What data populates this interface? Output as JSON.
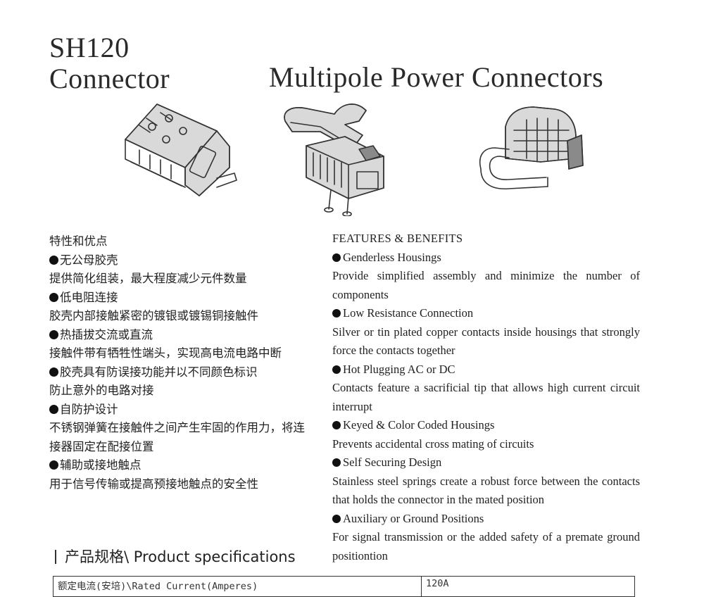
{
  "header": {
    "model_line1": "SH120",
    "model_line2": "Connector",
    "title": "Multipole Power Connectors"
  },
  "illustrations": [
    {
      "name": "connector-housing-illustration"
    },
    {
      "name": "connector-with-handle-illustration"
    },
    {
      "name": "connector-with-d-handle-illustration"
    }
  ],
  "zh": {
    "heading": "特性和优点",
    "lines": [
      {
        "bullet": true,
        "text": "无公母胶壳"
      },
      {
        "bullet": false,
        "text": "提供简化组装，最大程度减少元件数量"
      },
      {
        "bullet": true,
        "text": "低电阻连接"
      },
      {
        "bullet": false,
        "text": "胶壳内部接触紧密的镀银或镀锡铜接触件"
      },
      {
        "bullet": true,
        "text": "热插拔交流或直流"
      },
      {
        "bullet": false,
        "text": "接触件带有牺牲性端头，实现高电流电路中断"
      },
      {
        "bullet": true,
        "text": "胶壳具有防误接功能并以不同颜色标识"
      },
      {
        "bullet": false,
        "text": "防止意外的电路对接"
      },
      {
        "bullet": true,
        "text": "自防护设计"
      },
      {
        "bullet": false,
        "text": "不锈钢弹簧在接触件之间产生牢固的作用力，将连"
      },
      {
        "bullet": false,
        "text": "接器固定在配接位置"
      },
      {
        "bullet": true,
        "text": "辅助或接地触点"
      },
      {
        "bullet": false,
        "text": "用于信号传输或提高预接地触点的安全性"
      }
    ]
  },
  "en": {
    "heading": "FEATURES & BENEFITS",
    "features": [
      {
        "title": "Genderless Housings",
        "desc": "Provide simplified assembly and minimize the number of components"
      },
      {
        "title": "Low Resistance Connection",
        "desc": "Silver or tin plated copper contacts inside housings that strongly force the contacts together"
      },
      {
        "title": "Hot Plugging AC or DC",
        "desc": "Contacts feature a sacrificial tip that allows high current circuit interrupt"
      },
      {
        "title": "Keyed & Color Coded Housings",
        "desc": "Prevents accidental cross mating of circuits"
      },
      {
        "title": "Self Securing Design",
        "desc": "Stainless steel springs create a robust force between the contacts that holds the connector in the mated position"
      },
      {
        "title": "Auxiliary or Ground Positions",
        "desc": "For signal transmission or the added safety of a premate ground positiontion"
      }
    ]
  },
  "specs": {
    "heading": "产品规格\\ Product specifications",
    "rows": [
      {
        "label": "额定电流(安培)\\Rated Current(Amperes)",
        "value": "120A"
      }
    ]
  }
}
